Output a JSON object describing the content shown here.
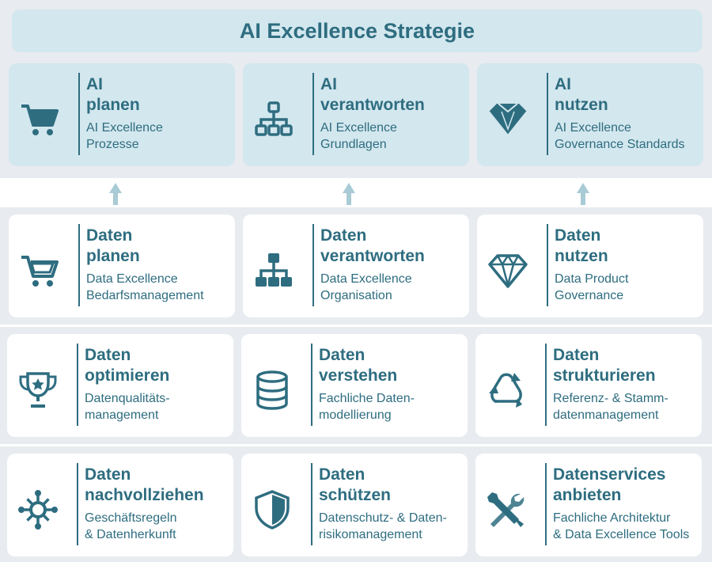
{
  "title": "AI Excellence Strategie",
  "ai_row": [
    {
      "icon": "cart-icon",
      "t1": "AI",
      "t2": "planen",
      "s1": "AI Excellence",
      "s2": "Prozesse"
    },
    {
      "icon": "org-chart-icon",
      "t1": "AI",
      "t2": "verantworten",
      "s1": "AI Excellence",
      "s2": "Grundlagen"
    },
    {
      "icon": "diamond-icon",
      "t1": "AI",
      "t2": "nutzen",
      "s1": "AI Excellence",
      "s2": "Governance Standards"
    }
  ],
  "row2": [
    {
      "icon": "cart-icon",
      "t1": "Daten",
      "t2": "planen",
      "s1": "Data Excellence",
      "s2": "Bedarfsmanagement"
    },
    {
      "icon": "org-chart-icon",
      "t1": "Daten",
      "t2": "verantworten",
      "s1": "Data Excellence",
      "s2": "Organisation"
    },
    {
      "icon": "diamond-icon",
      "t1": "Daten",
      "t2": "nutzen",
      "s1": "Data Product",
      "s2": "Governance"
    }
  ],
  "row3": [
    {
      "icon": "trophy-icon",
      "t1": "Daten",
      "t2": "optimieren",
      "s1": "Datenqualitäts-",
      "s2": "management"
    },
    {
      "icon": "database-icon",
      "t1": "Daten",
      "t2": "verstehen",
      "s1": "Fachliche Daten-",
      "s2": "modellierung"
    },
    {
      "icon": "recycle-icon",
      "t1": "Daten",
      "t2": "strukturieren",
      "s1": "Referenz- & Stamm-",
      "s2": "datenmanagement"
    }
  ],
  "row4": [
    {
      "icon": "network-hub-icon",
      "t1": "Daten",
      "t2": "nachvollziehen",
      "s1": "Geschäftsregeln",
      "s2": "& Datenherkunft"
    },
    {
      "icon": "shield-icon",
      "t1": "Daten",
      "t2": "schützen",
      "s1": "Datenschutz- & Daten-",
      "s2": "risikomanagement"
    },
    {
      "icon": "tools-icon",
      "t1": "Datenservices",
      "t2": "anbieten",
      "s1": "Fachliche Architektur",
      "s2": "& Data Excellence Tools"
    }
  ],
  "colors": {
    "accent": "#2e6d80",
    "ai_card": "#d3e7ee",
    "band": "#e8ebef",
    "arrow": "#a9cbd6"
  }
}
